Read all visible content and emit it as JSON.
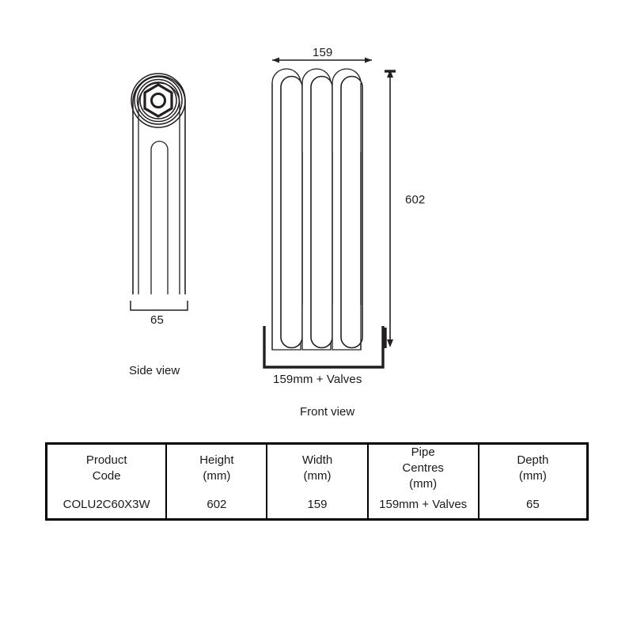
{
  "drawing": {
    "side_view": {
      "label": "Side view",
      "depth_dimension": "65"
    },
    "front_view": {
      "label": "Front view",
      "width_dimension": "159",
      "height_dimension": "602",
      "pipe_centres_dimension": "159mm + Valves"
    }
  },
  "spec_table": {
    "headers": [
      {
        "line1": "Product",
        "line2": "Code",
        "line3": ""
      },
      {
        "line1": "Height",
        "line2": "(mm)",
        "line3": ""
      },
      {
        "line1": "Width",
        "line2": "(mm)",
        "line3": ""
      },
      {
        "line1": "Pipe",
        "line2": "Centres",
        "line3": "(mm)"
      },
      {
        "line1": "Depth",
        "line2": "(mm)",
        "line3": ""
      }
    ],
    "row": {
      "product_code": "COLU2C60X3W",
      "height": "602",
      "width": "159",
      "pipe_centres": "159mm + Valves",
      "depth": "65"
    }
  },
  "colors": {
    "stroke": "#231f20",
    "table_border": "#000000",
    "background": "#ffffff"
  }
}
